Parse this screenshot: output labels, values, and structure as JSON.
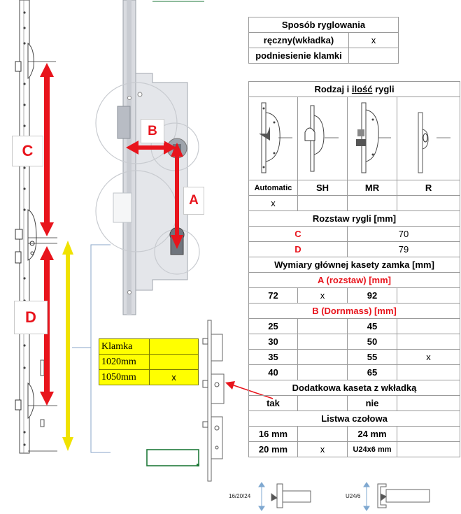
{
  "drawing": {
    "label_c": "C",
    "label_d": "D",
    "label_a": "A",
    "label_b": "B"
  },
  "klamka": {
    "title": "Klamka",
    "rows": [
      {
        "size": "1020mm",
        "mark": ""
      },
      {
        "size": "1050mm",
        "mark": "x"
      }
    ]
  },
  "ryglowanie": {
    "title": "Sposób ryglowania",
    "rows": [
      {
        "label": "ręczny(wkładka)",
        "mark": "x"
      },
      {
        "label": "podniesienie klamki",
        "mark": ""
      }
    ]
  },
  "rygle": {
    "title": "Rodzaj i ilość rygli",
    "types": [
      "Automatic",
      "SH",
      "MR",
      "R"
    ],
    "marks": [
      "x",
      "",
      "",
      ""
    ]
  },
  "rozstaw": {
    "title": "Rozstaw rygli [mm]",
    "rows": [
      {
        "label": "C",
        "value": "70"
      },
      {
        "label": "D",
        "value": "79"
      }
    ]
  },
  "kaseta": {
    "title": "Wymiary głównej kasety zamka [mm]",
    "a_title": "A (rozstaw) [mm]",
    "a_row": {
      "v1": "72",
      "m1": "x",
      "v2": "92",
      "m2": ""
    },
    "b_title": "B (Dornmass) [mm]",
    "b_rows": [
      {
        "v1": "25",
        "m1": "",
        "v2": "45",
        "m2": ""
      },
      {
        "v1": "30",
        "m1": "",
        "v2": "50",
        "m2": ""
      },
      {
        "v1": "35",
        "m1": "",
        "v2": "55",
        "m2": "x"
      },
      {
        "v1": "40",
        "m1": "",
        "v2": "65",
        "m2": ""
      }
    ]
  },
  "dodatkowa": {
    "title": "Dodatkowa kaseta z wkładką",
    "yes": "tak",
    "yes_mark": "",
    "no": "nie",
    "no_mark": ""
  },
  "listwa": {
    "title": "Listwa czołowa",
    "rows": [
      {
        "v1": "16 mm",
        "m1": "",
        "v2": "24 mm",
        "m2": ""
      },
      {
        "v1": "20 mm",
        "m1": "x",
        "v2": "U24x6 mm",
        "m2": ""
      }
    ],
    "profile1": "16/20/24",
    "profile2": "U24/6"
  },
  "colors": {
    "red": "#e8141c",
    "yellow": "#ffff00",
    "accent_green": "#1f7a3a"
  }
}
